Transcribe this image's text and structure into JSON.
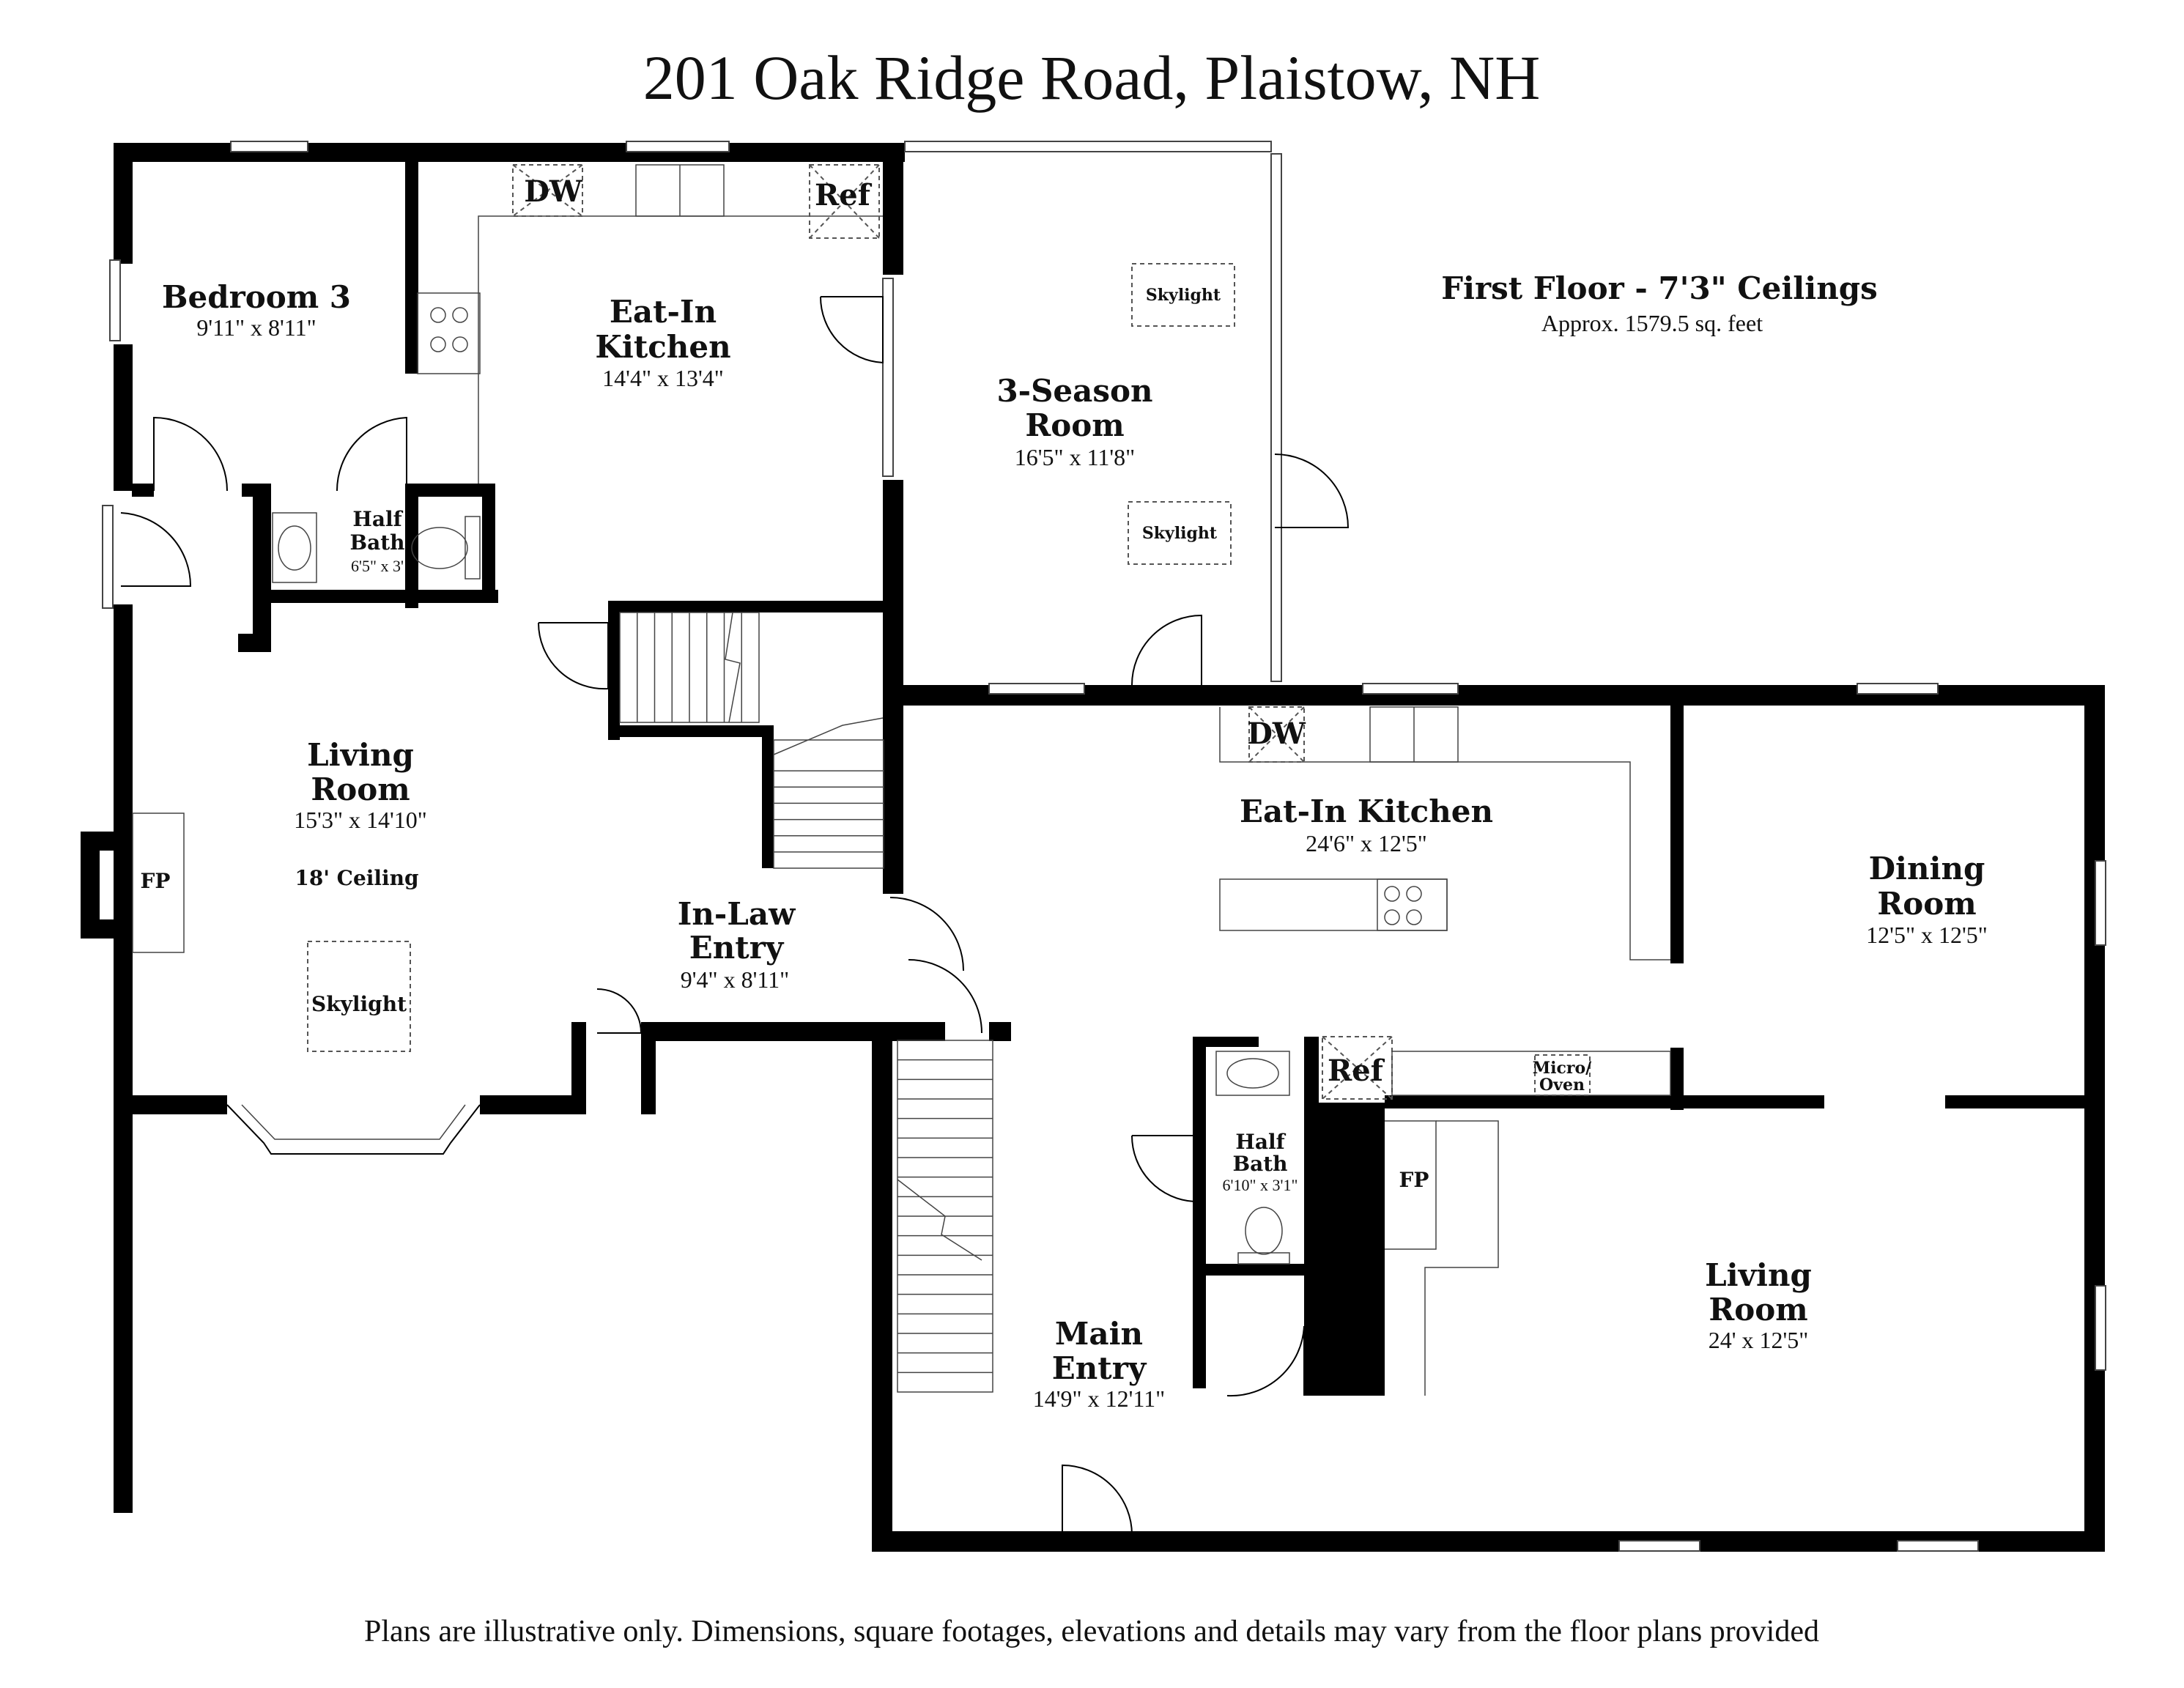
{
  "title": "201 Oak Ridge Road, Plaistow, NH",
  "floor": {
    "heading": "First Floor - 7'3\" Ceilings",
    "area": "Approx. 1579.5 sq. feet"
  },
  "footer": "Plans are illustrative only. Dimensions, square footages, elevations and details may vary from the floor plans provided",
  "rooms": {
    "bedroom3": {
      "name": "Bedroom 3",
      "dims": "9'11\" x 8'11\""
    },
    "kitchen_left": {
      "name_line1": "Eat-In",
      "name_line2": "Kitchen",
      "dims": "14'4\" x 13'4\""
    },
    "season_room": {
      "name_line1": "3-Season",
      "name_line2": "Room",
      "dims": "16'5\" x 11'8\""
    },
    "half_bath_left": {
      "name_line1": "Half",
      "name_line2": "Bath",
      "dims": "6'5\" x 3'"
    },
    "living_left": {
      "name_line1": "Living",
      "name_line2": "Room",
      "dims": "15'3\" x 14'10\"",
      "note": "18' Ceiling"
    },
    "inlaw_entry": {
      "name_line1": "In-Law",
      "name_line2": "Entry",
      "dims": "9'4\" x 8'11\""
    },
    "kitchen_right": {
      "name": "Eat-In Kitchen",
      "dims": "24'6\" x 12'5\""
    },
    "dining": {
      "name_line1": "Dining",
      "name_line2": "Room",
      "dims": "12'5\" x 12'5\""
    },
    "half_bath_right": {
      "name_line1": "Half",
      "name_line2": "Bath",
      "dims": "6'10\" x 3'1\""
    },
    "main_entry": {
      "name_line1": "Main",
      "name_line2": "Entry",
      "dims": "14'9\" x 12'11\""
    },
    "living_right": {
      "name_line1": "Living",
      "name_line2": "Room",
      "dims": "24' x 12'5\""
    }
  },
  "fixtures": {
    "dw": "DW",
    "ref": "Ref",
    "fp": "FP",
    "skylight": "Skylight",
    "micro_line1": "Micro/",
    "micro_line2": "Oven"
  }
}
